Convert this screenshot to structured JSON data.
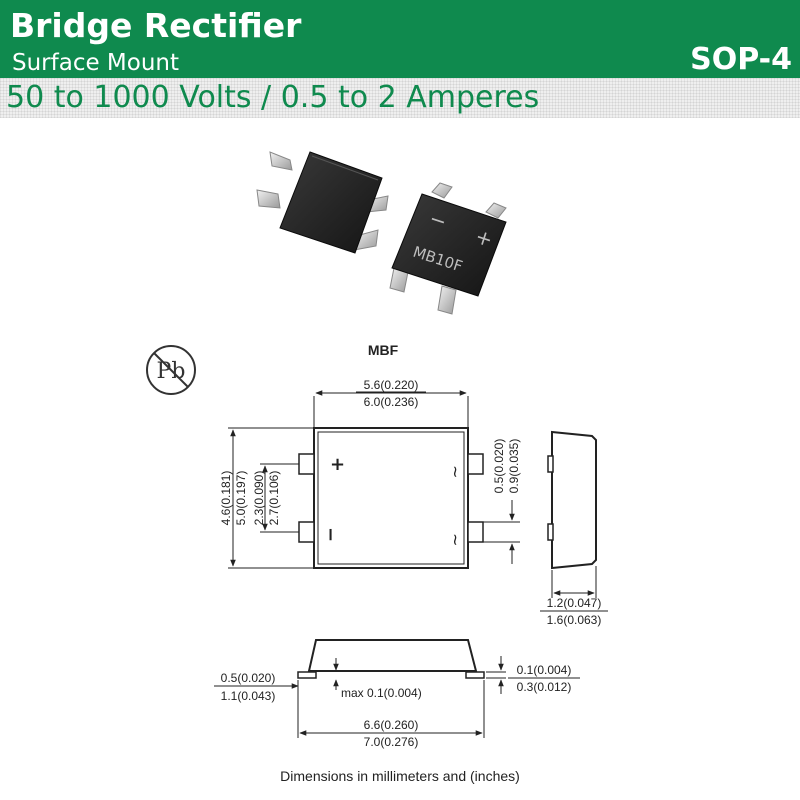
{
  "header": {
    "title": "Bridge Rectifier",
    "subtitle": "Surface Mount",
    "package": "SOP-4",
    "rating": "50 to 1000 Volts / 0.5 to 2 Amperes"
  },
  "photo": {
    "chip_marking": "MB10F",
    "minus_sign": "−",
    "plus_sign": "+"
  },
  "drawing": {
    "title": "MBF",
    "pb_symbol": "Pb",
    "top_width": [
      "5.6(0.220)",
      "6.0(0.236)"
    ],
    "body_height": [
      "4.6(0.181)",
      "5.0(0.197)"
    ],
    "pin_pitch": [
      "2.3(0.090)",
      "2.7(0.106)"
    ],
    "pin_width": [
      "0.5(0.020)",
      "0.9(0.035)"
    ],
    "side_thickness": [
      "1.2(0.047)",
      "1.6(0.063)"
    ],
    "lead_length": [
      "0.5(0.020)",
      "1.1(0.043)"
    ],
    "standoff": "max 0.1(0.004)",
    "lead_thickness": [
      "0.1(0.004)",
      "0.3(0.012)"
    ],
    "total_width": [
      "6.6(0.260)",
      "7.0(0.276)"
    ],
    "pin_plus": "+",
    "pin_minus": "−",
    "pin_ac": "~",
    "caption": "Dimensions in millimeters and (inches)"
  },
  "colors": {
    "brand_green": "#0f8a4e",
    "band_grey": "#efefef"
  }
}
